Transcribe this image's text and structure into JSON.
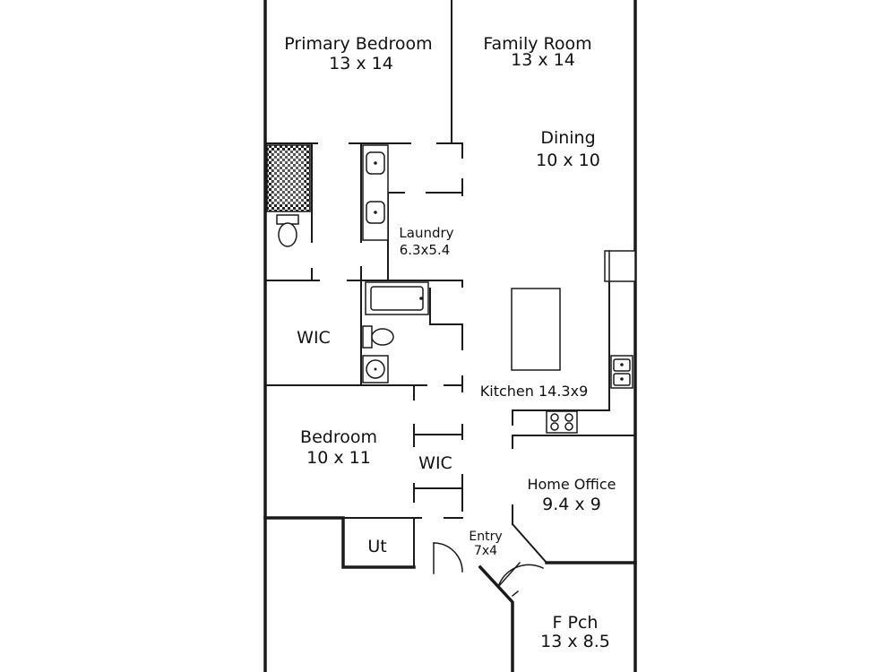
{
  "rooms": {
    "primary_bedroom": {
      "name": "Primary Bedroom",
      "size": "13 x 14"
    },
    "family_room": {
      "name": "Family Room",
      "size": "13 x 14"
    },
    "dining": {
      "name": "Dining",
      "size": "10 x 10"
    },
    "laundry": {
      "name": "Laundry",
      "size": "6.3x5.4"
    },
    "wic_primary": {
      "name": "WIC"
    },
    "kitchen": {
      "name": "Kitchen 14.3x9"
    },
    "bedroom": {
      "name": "Bedroom",
      "size": "10 x 11"
    },
    "wic_bedroom": {
      "name": "WIC"
    },
    "home_office": {
      "name": "Home Office",
      "size": "9.4 x 9"
    },
    "utility": {
      "name": "Ut"
    },
    "entry": {
      "name": "Entry",
      "size": "7x4"
    },
    "front_porch": {
      "name": "F Pch",
      "size": "13 x 8.5"
    }
  }
}
